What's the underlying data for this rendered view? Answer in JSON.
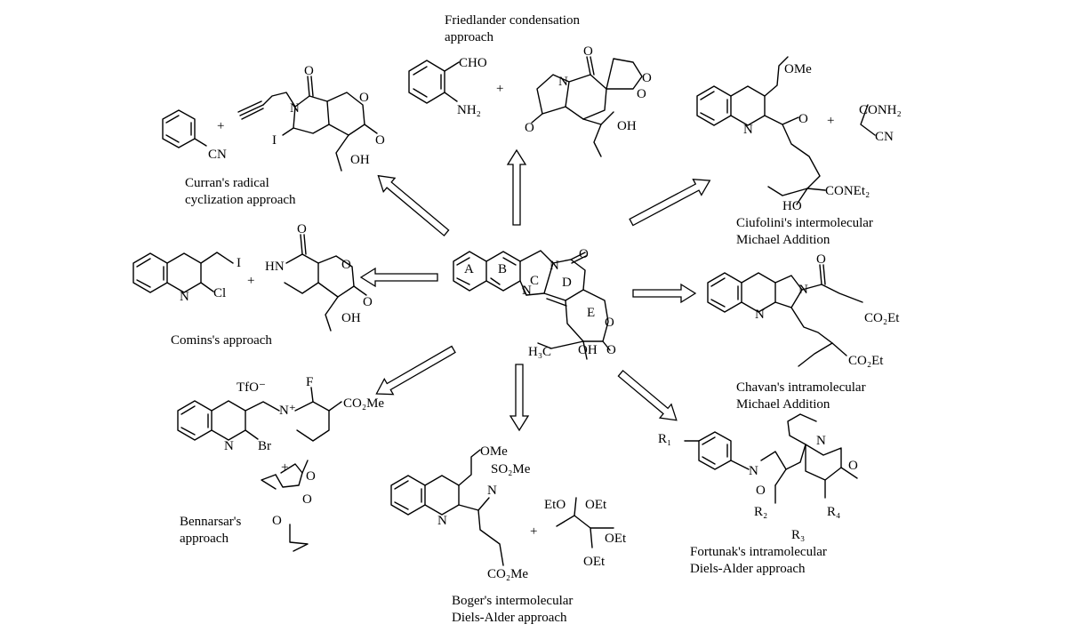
{
  "captions": {
    "friedlander": [
      "Friedlander condensation",
      "approach"
    ],
    "curran": [
      "Curran's radical",
      "cyclization approach"
    ],
    "ciufolini": [
      "Ciufolini's intermolecular",
      "Michael Addition"
    ],
    "comins": [
      "Comins's approach"
    ],
    "chavan": [
      "Chavan's intramolecular",
      "Michael Addition"
    ],
    "bennarsar": [
      "Bennarsar's",
      "approach"
    ],
    "boger": [
      "Boger's intermolecular",
      "Diels-Alder approach"
    ],
    "fortunak": [
      "Fortunak's intramolecular",
      "Diels-Alder approach"
    ]
  },
  "plus_sign": "+",
  "ring_labels": [
    "A",
    "B",
    "C",
    "D",
    "E"
  ],
  "atom_labels": {
    "cpt": {
      "N_quin": "N",
      "N_amide": "N",
      "O_carbonyl": "O",
      "O_lactone": "O",
      "O_lac_co": "O",
      "OH": "OH",
      "H3C": "H₃C"
    },
    "friedlander": {
      "CHO": "CHO",
      "NH2": "NH₂",
      "O1": "O",
      "O2": "O",
      "O3": "O",
      "O4": "O",
      "N": "N",
      "OH": "OH"
    },
    "curran": {
      "CN": "CN",
      "I": "I",
      "N": "N",
      "O1": "O",
      "O2": "O",
      "O3": "O",
      "OH": "OH"
    },
    "ciufolini": {
      "OMe": "OMe",
      "N": "N",
      "O": "O",
      "CONH2": "CONH₂",
      "CN": "CN",
      "HO": "HO",
      "CONEt2": "CONEt₂"
    },
    "comins": {
      "I": "I",
      "N": "N",
      "Cl": "Cl",
      "HN": "HN",
      "O1": "O",
      "O2": "O",
      "O3": "O",
      "OH": "OH"
    },
    "chavan": {
      "N1": "N",
      "N2": "N",
      "O": "O",
      "CO2Et_1": "CO₂Et",
      "CO2Et_2": "CO₂Et"
    },
    "bennarsar": {
      "TfO": "TfO⁻",
      "F": "F",
      "N_plus": "N⁺",
      "CO2Me": "CO₂Me",
      "N": "N",
      "Br": "Br",
      "O1": "O",
      "O2": "O",
      "O3": "O"
    },
    "boger": {
      "OMe": "OMe",
      "N1": "N",
      "N2": "N",
      "SO2Me": "SO₂Me",
      "CO2Me": "CO₂Me",
      "EtO": "EtO",
      "OEt1": "OEt",
      "OEt2": "OEt",
      "OEt3": "OEt"
    },
    "fortunak": {
      "R1": "R₁",
      "N1": "N",
      "O1": "O",
      "R2": "R₂",
      "N2": "N",
      "O2": "O",
      "R3": "R₃",
      "R4": "R₄"
    }
  }
}
